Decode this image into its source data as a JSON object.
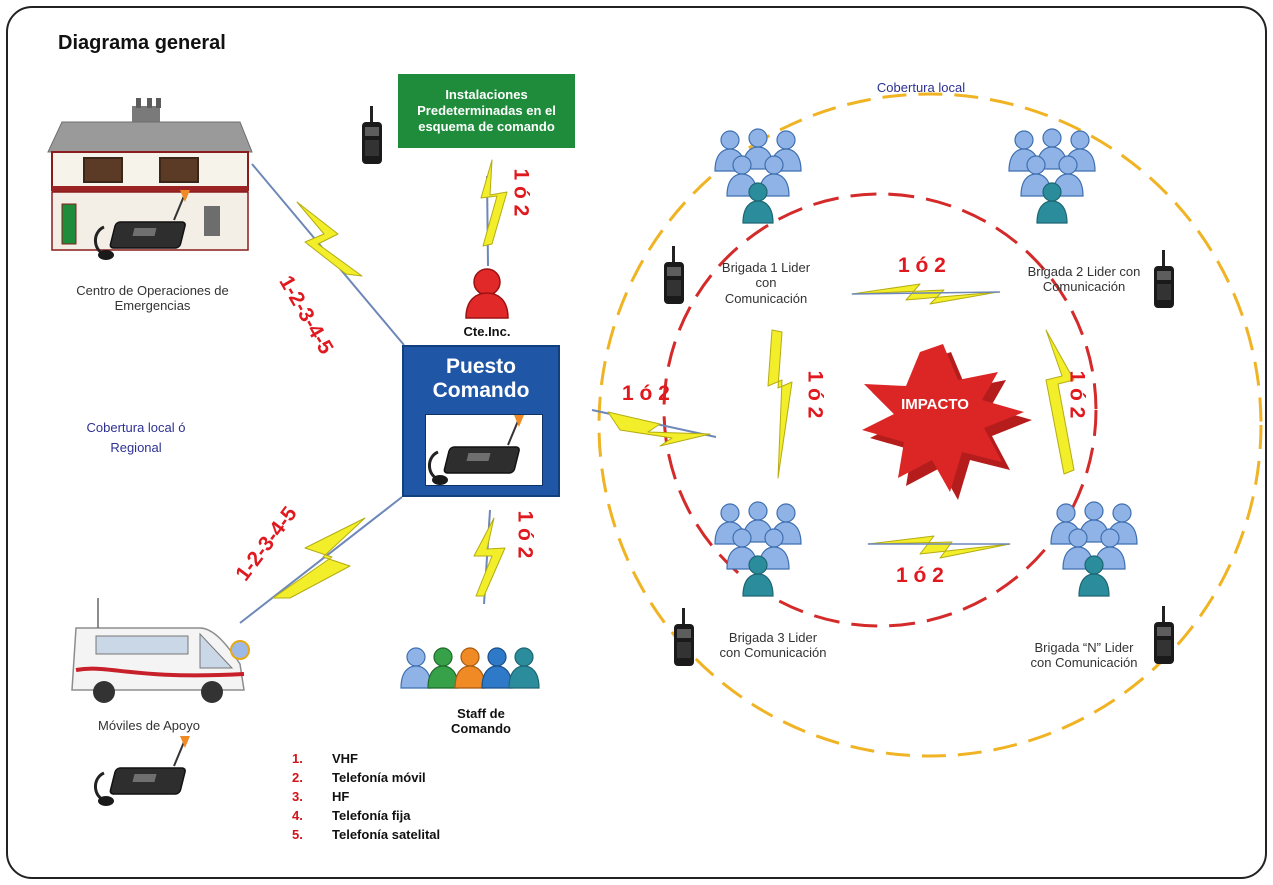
{
  "title": "Diagrama general",
  "nodes": {
    "centro": "Centro de Operaciones de Emergencias",
    "instalaciones": "Instalaciones Predeterminadas en el esquema de comando",
    "cte": "Cte.Inc.",
    "puesto": "Puesto Comando",
    "moviles": "Móviles de Apoyo",
    "staff": "Staff de Comando",
    "impacto": "IMPACTO",
    "brigada1": "Brigada 1 Lider con Comunicación",
    "brigada2": "Brigada 2 Lider con Comunicación",
    "brigada3": "Brigada 3 Lider con Comunicación",
    "brigadaN": "Brigada “N” Lider con Comunicación"
  },
  "coverage": {
    "local": "Cobertura local",
    "regional": "Cobertura local ó Regional"
  },
  "links": {
    "all": "1-2-3-4-5",
    "one_or_two": "1 ó 2"
  },
  "legend": [
    {
      "num": "1.",
      "label": "VHF"
    },
    {
      "num": "2.",
      "label": "Telefonía móvil"
    },
    {
      "num": "3.",
      "label": "HF"
    },
    {
      "num": "4.",
      "label": "Telefonía fija"
    },
    {
      "num": "5.",
      "label": "Telefonía satelital"
    }
  ],
  "colors": {
    "command_blue": "#1f56a6",
    "installation_green": "#1e8c3a",
    "link_red": "#e0191f",
    "lightning_yellow": "#f2ee2a",
    "outer_circle": "#f0b323",
    "inner_circle": "#d42a2a",
    "people_blue": "#8fb3e6",
    "leader_teal": "#2b8c9c"
  }
}
